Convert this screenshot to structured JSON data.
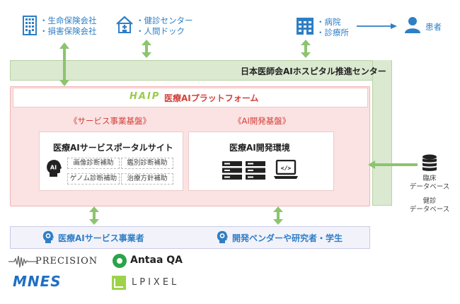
{
  "top": {
    "insurance": [
      "・生命保険会社",
      "・損害保険会社"
    ],
    "health": [
      "・健診センター",
      "・人間ドック"
    ],
    "hospital": [
      "・病院",
      "・診療所"
    ],
    "patient": "患者"
  },
  "green_center": {
    "title": "日本医師会AIホスピタル推進センター"
  },
  "platform": {
    "logo": "HAIP",
    "title": "医療AIプラットフォーム",
    "service_base": "《サービス事業基盤》",
    "dev_base": "《AI開発基盤》",
    "service_card": {
      "title": "医療AIサービスポータルサイト",
      "tags": [
        "画像診断補助",
        "鑑別診断補助",
        "ゲノム診断補助",
        "治療方針補助"
      ]
    },
    "dev_card": {
      "title": "医療AI開発環境"
    }
  },
  "databases": [
    "臨床",
    "データベース",
    "健診",
    "データベース"
  ],
  "bottom": {
    "service_providers": "医療AIサービス事業者",
    "developers": "開発ベンダーや研究者・学生"
  },
  "logos": {
    "precision": "PRECISION",
    "antaa": "Antaa QA",
    "mnes": "MNES",
    "lpixel": "LPIXEL"
  },
  "colors": {
    "accent_blue": "#2f7fc5",
    "green": "#8cc46f",
    "red_text": "#d2403a",
    "pink": "#fbe3e3"
  }
}
